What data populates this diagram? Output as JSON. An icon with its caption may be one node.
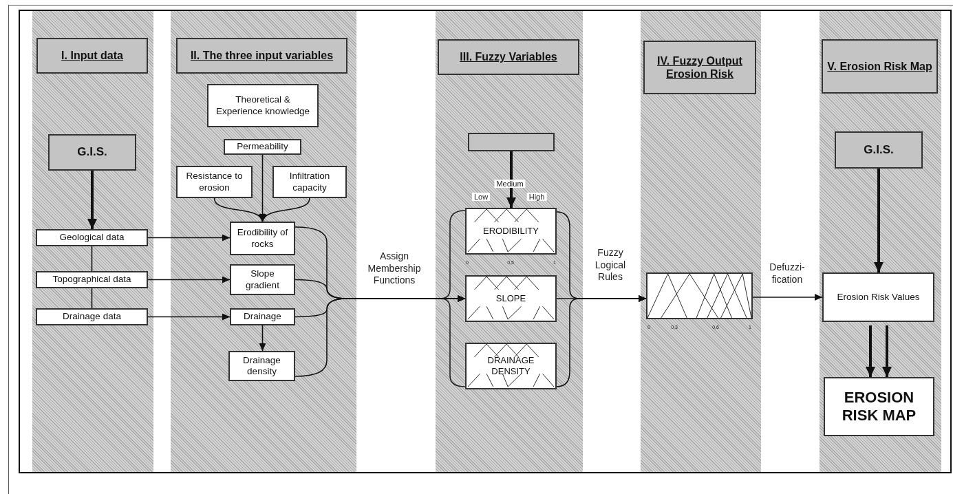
{
  "diagram": {
    "nodes": [
      {
        "text": [
          "I. Input data"
        ]
      },
      {
        "text": [
          "II. The three input variables"
        ]
      },
      {
        "text": [
          "III. Fuzzy Variables"
        ]
      },
      {
        "text": [
          "IV. Fuzzy Output Erosion Risk"
        ]
      },
      {
        "text": [
          "V. Erosion Risk Map"
        ]
      },
      {
        "text": [
          "G.I.S."
        ]
      },
      {
        "text": [
          "Geological data"
        ]
      },
      {
        "text": [
          "Topographical data"
        ]
      },
      {
        "text": [
          "Drainage data"
        ]
      },
      {
        "text": [
          "Theoretical & Experience knowledge"
        ]
      },
      {
        "text": [
          "Permeability"
        ]
      },
      {
        "text": [
          "Resistance to erosion"
        ]
      },
      {
        "text": [
          "Infiltration capacity"
        ]
      },
      {
        "text": [
          "Erodibility of rocks"
        ]
      },
      {
        "text": [
          "Slope gradient"
        ]
      },
      {
        "text": [
          "Drainage"
        ]
      },
      {
        "text": [
          "Drainage density"
        ]
      },
      {
        "text": [],
        "shape": "box"
      },
      {
        "text": [
          "ERODIBILITY"
        ],
        "beside": [
          "Medium",
          "Low",
          "High",
          "0",
          "0,5",
          "1"
        ]
      },
      {
        "text": [
          "SLOPE"
        ]
      },
      {
        "text": [
          "DRAINAGE DENSITY"
        ]
      },
      {
        "text": [],
        "shape": "box",
        "beside": [
          "0",
          "0,3",
          "0,6",
          "1"
        ]
      },
      {
        "text": [
          "G.I.S."
        ]
      },
      {
        "text": [
          "Erosion Risk Values"
        ]
      },
      {
        "text": [
          "EROSION RISK MAP"
        ]
      }
    ],
    "edges": [
      {
        "from": 5,
        "to": 6,
        "arrow": "to",
        "style": "thick"
      },
      {
        "from": 6,
        "to": 7,
        "arrow": "none"
      },
      {
        "from": 7,
        "to": 8,
        "arrow": "none"
      },
      {
        "from": 6,
        "to": 13,
        "arrow": "to"
      },
      {
        "from": 7,
        "to": 14,
        "arrow": "to"
      },
      {
        "from": 8,
        "to": 15,
        "arrow": "to"
      },
      {
        "from": 15,
        "to": 16,
        "arrow": "to"
      },
      {
        "from": 10,
        "to": 13,
        "arrow": "to"
      },
      {
        "from": 11,
        "to": 13,
        "arrow": "to"
      },
      {
        "from": 12,
        "to": 13,
        "arrow": "to"
      },
      {
        "from": 13,
        "to": 19,
        "arrow": "to",
        "label": "Assign Membership Functions"
      },
      {
        "from": 14,
        "to": 19,
        "arrow": "to"
      },
      {
        "from": 15,
        "to": 19,
        "arrow": "to"
      },
      {
        "from": 16,
        "to": 19,
        "arrow": "to"
      },
      {
        "from": 17,
        "to": 18,
        "arrow": "to",
        "style": "thick"
      },
      {
        "from": 18,
        "to": 21,
        "arrow": "to",
        "label": "Fuzzy Logical Rules"
      },
      {
        "from": 19,
        "to": 21,
        "arrow": "to"
      },
      {
        "from": 20,
        "to": 21,
        "arrow": "to"
      },
      {
        "from": 21,
        "to": 23,
        "arrow": "to",
        "label": "Defuzzi- fication"
      },
      {
        "from": 22,
        "to": 23,
        "arrow": "to",
        "style": "thick"
      },
      {
        "from": 23,
        "to": 24,
        "arrow": "to",
        "style": "thick"
      },
      {
        "from": 23,
        "to": 24,
        "arrow": "to",
        "style": "thick"
      }
    ]
  }
}
